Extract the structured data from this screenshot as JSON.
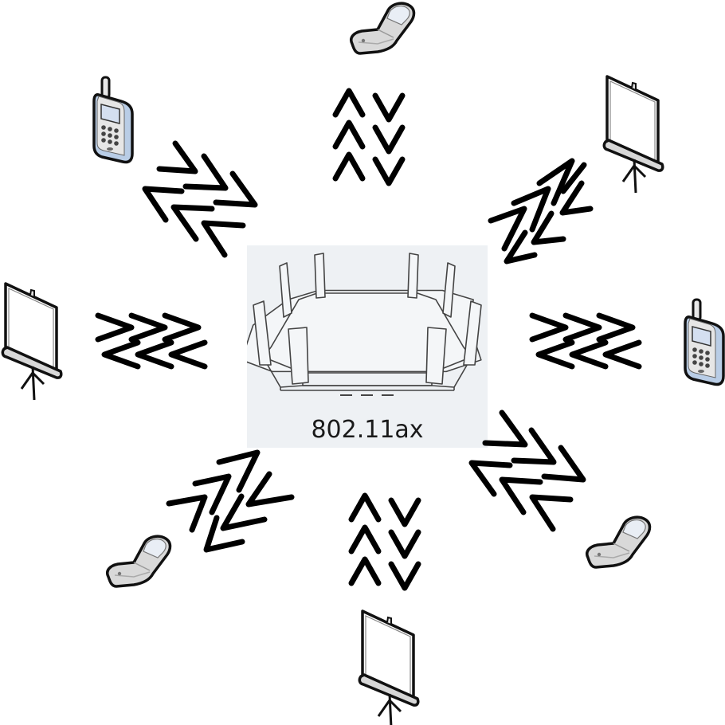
{
  "diagram": {
    "type": "wireless-network-star",
    "center": {
      "label": "802.11ax",
      "icon": "wifi-router-icon",
      "panel_color": "#eef1f4"
    },
    "devices": [
      {
        "position": "top",
        "icon": "flip-phone-icon"
      },
      {
        "position": "top-left",
        "icon": "mobile-phone-icon"
      },
      {
        "position": "top-right",
        "icon": "projector-screen-icon"
      },
      {
        "position": "left",
        "icon": "projector-screen-icon"
      },
      {
        "position": "right",
        "icon": "mobile-phone-icon"
      },
      {
        "position": "bottom-left",
        "icon": "flip-phone-icon"
      },
      {
        "position": "bottom-right",
        "icon": "flip-phone-icon"
      },
      {
        "position": "bottom",
        "icon": "projector-screen-icon"
      }
    ],
    "links": [
      {
        "between": [
          "center",
          "top"
        ],
        "style": "bidirectional-chevrons",
        "count_each_way": 3
      },
      {
        "between": [
          "center",
          "top-left"
        ],
        "style": "bidirectional-chevrons",
        "count_each_way": 3
      },
      {
        "between": [
          "center",
          "top-right"
        ],
        "style": "bidirectional-chevrons",
        "count_each_way": 3
      },
      {
        "between": [
          "center",
          "left"
        ],
        "style": "bidirectional-chevrons",
        "count_each_way": 3
      },
      {
        "between": [
          "center",
          "right"
        ],
        "style": "bidirectional-chevrons",
        "count_each_way": 3
      },
      {
        "between": [
          "center",
          "bottom-left"
        ],
        "style": "bidirectional-chevrons",
        "count_each_way": 3
      },
      {
        "between": [
          "center",
          "bottom-right"
        ],
        "style": "bidirectional-chevrons",
        "count_each_way": 3
      },
      {
        "between": [
          "center",
          "bottom"
        ],
        "style": "bidirectional-chevrons",
        "count_each_way": 3
      }
    ],
    "colors": {
      "chevron": "#000000",
      "phone_accent": "#b9cde6",
      "device_gray": "#d6d6d6"
    }
  }
}
